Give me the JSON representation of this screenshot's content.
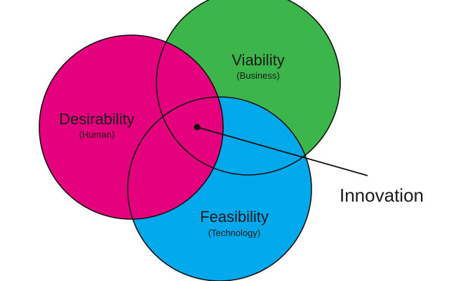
{
  "circles": {
    "viability": {
      "title": "Viability",
      "subtitle": "(Business)",
      "color": "#3cb54a"
    },
    "desirability": {
      "title": "Desirability",
      "subtitle": "(Human)",
      "color": "#e5007e"
    },
    "feasibility": {
      "title": "Feasibility",
      "subtitle": "(Technology)",
      "color": "#00a8ec"
    }
  },
  "callout": {
    "label": "Innovation"
  },
  "outline_color": "#111111"
}
